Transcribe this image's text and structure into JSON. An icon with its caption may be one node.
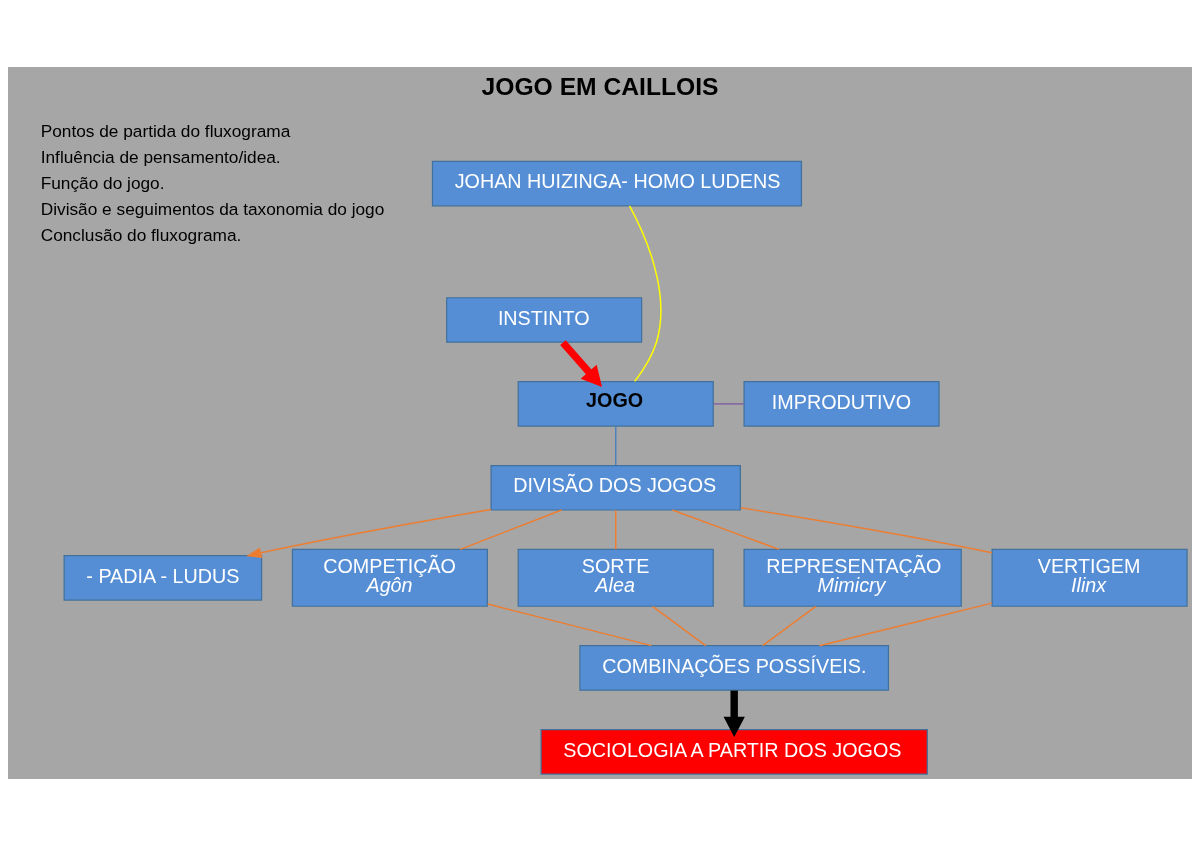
{
  "diagram": {
    "title": "JOGO EM CAILLOIS",
    "nodes": [
      {
        "text": [
          "JOHAN HUIZINGA- HOMO LUDENS"
        ]
      },
      {
        "text": [
          "INSTINTO"
        ]
      },
      {
        "text": [
          "IMPRODUTIVO"
        ]
      },
      {
        "text": [
          "JOGO"
        ]
      },
      {
        "text": [
          "- PADIA - LUDUS"
        ]
      },
      {
        "text": [
          "DIVISÃO DOS JOGOS"
        ]
      },
      {
        "text": [
          "COMPETIÇÃO",
          "Agôn"
        ]
      },
      {
        "text": [
          "SORTE",
          "Alea"
        ]
      },
      {
        "text": [
          "REPRESENTAÇÃO",
          "Mimicry"
        ]
      },
      {
        "text": [
          "VERTIGEM",
          "Ilinx"
        ]
      },
      {
        "text": [
          "COMBINAÇÕES POSSÍVEIS."
        ]
      },
      {
        "text": [
          "SOCIOLOGIA A PARTIR DOS JOGOS"
        ]
      }
    ],
    "edges": [
      {
        "from": 0,
        "to": 3,
        "arrow": "none",
        "color": "#ffff00"
      },
      {
        "from": 1,
        "to": 3,
        "arrow": "to",
        "style": "thick",
        "color": "#ff0000"
      },
      {
        "from": 2,
        "to": 3,
        "arrow": "none",
        "color": "#8064a2"
      },
      {
        "from": 3,
        "to": 5,
        "arrow": "none",
        "color": "#4f81bd"
      },
      {
        "from": 5,
        "to": 6,
        "arrow": "none"
      },
      {
        "from": 5,
        "to": 7,
        "arrow": "none"
      },
      {
        "from": 5,
        "to": 8,
        "arrow": "none"
      },
      {
        "from": 5,
        "to": 9,
        "arrow": "none"
      },
      {
        "from": 5,
        "to": 4,
        "arrow": "to"
      },
      {
        "from": 6,
        "to": 10,
        "arrow": "none"
      },
      {
        "from": 7,
        "to": 10,
        "arrow": "none"
      },
      {
        "from": 8,
        "to": 10,
        "arrow": "none"
      },
      {
        "from": 9,
        "to": 10,
        "arrow": "none"
      },
      {
        "from": 10,
        "to": 11,
        "arrow": "to",
        "style": "thick",
        "color": "#000000"
      }
    ],
    "legend": [
      {
        "text": "Pontos de partida do fluxograma"
      },
      {
        "text": "Influência de pensamento/idea."
      },
      {
        "text": "Função do jogo."
      },
      {
        "text": "Divisão e seguimentos da taxonomia do jogo"
      },
      {
        "text": "Conclusão do fluxograma."
      }
    ]
  }
}
